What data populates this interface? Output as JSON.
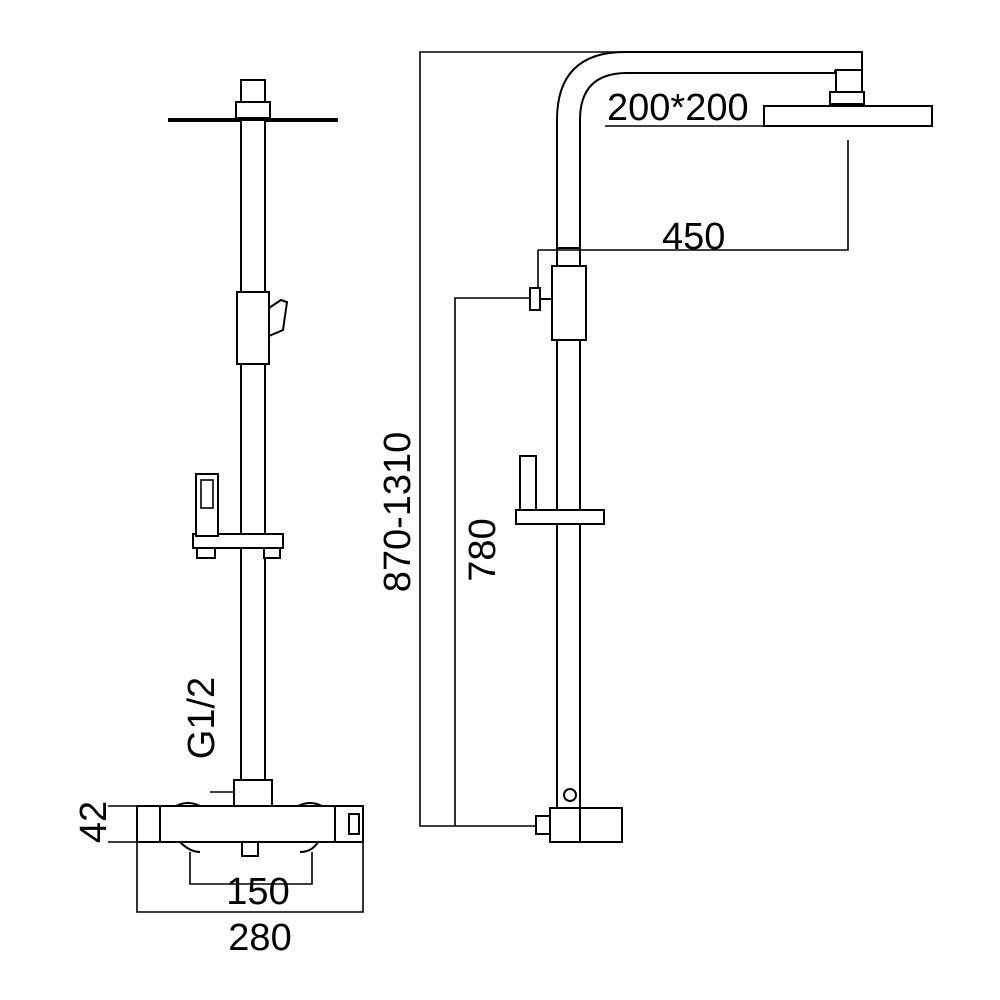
{
  "drawing": {
    "stroke_color": "#000000",
    "background_color": "#ffffff"
  },
  "dimensions": {
    "head_size": "200*200",
    "arm_reach": "450",
    "total_height": "870-1310",
    "handset_height": "780",
    "inlet_thread": "G1/2",
    "valve_depth": "42",
    "inlet_spacing": "150",
    "valve_width": "280"
  }
}
